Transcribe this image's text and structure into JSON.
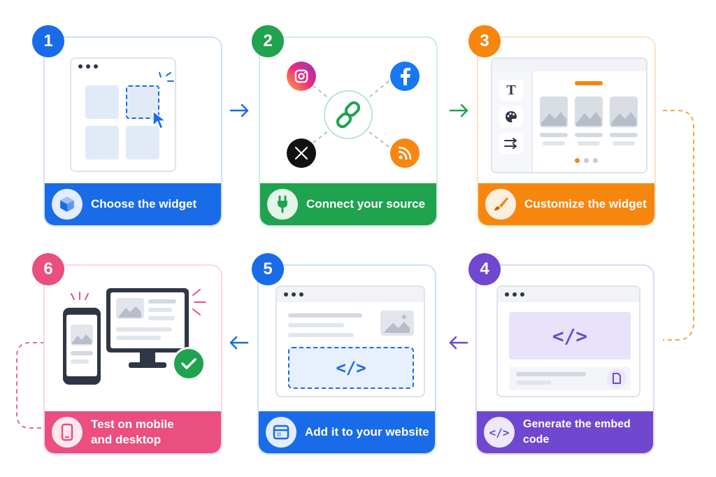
{
  "steps": [
    {
      "number": "1",
      "label": "Choose the widget",
      "color": "#1a6be8",
      "icon": "cube-icon"
    },
    {
      "number": "2",
      "label": "Connect your source",
      "color": "#1fa34f",
      "icon": "plug-icon"
    },
    {
      "number": "3",
      "label": "Customize the widget",
      "color": "#f7860f",
      "icon": "paintbrush-icon"
    },
    {
      "number": "4",
      "label": "Generate the embed code",
      "color": "#6f48cf",
      "icon": "code-icon"
    },
    {
      "number": "5",
      "label": "Add it to your website",
      "color": "#1a6be8",
      "icon": "browser-icon"
    },
    {
      "number": "6",
      "label_line1": "Test on mobile",
      "label_line2": "and desktop",
      "color": "#ea4f7f",
      "icon": "smartphone-icon"
    }
  ],
  "sources": [
    "instagram-icon",
    "facebook-icon",
    "x-icon",
    "rss-icon"
  ],
  "code_symbol": "</>"
}
